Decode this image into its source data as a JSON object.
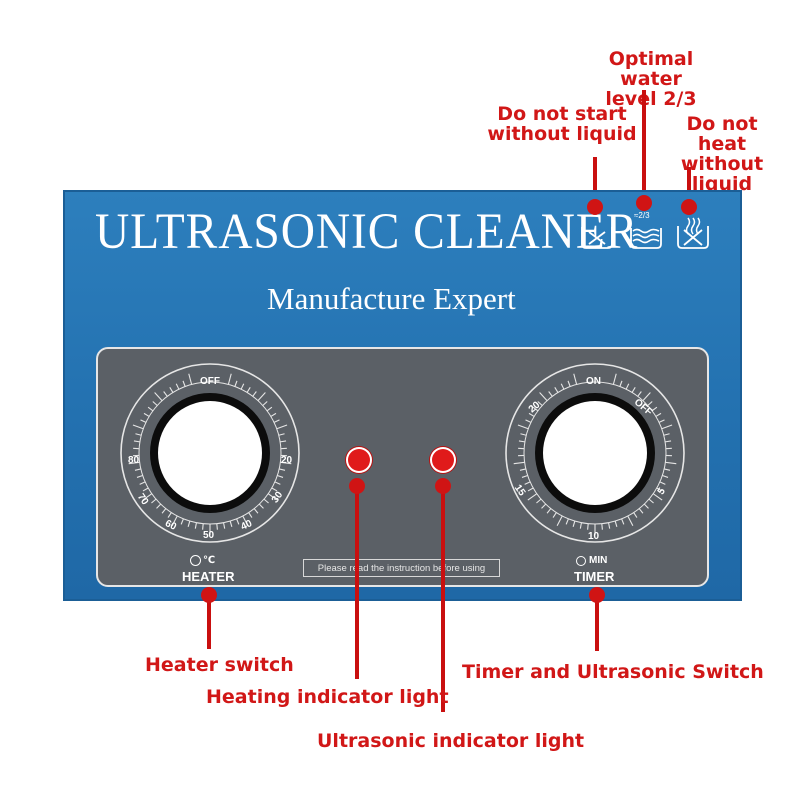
{
  "panel": {
    "title": "ULTRASONIC  CLEANER",
    "subtitle": "Manufacture Expert",
    "notice": "Please read the instruction before using"
  },
  "heater_dial": {
    "label": "HEATER",
    "unit": "℃",
    "scale": [
      "OFF",
      "20",
      "30",
      "40",
      "50",
      "60",
      "70",
      "80"
    ]
  },
  "timer_dial": {
    "label": "TIMER",
    "unit": "MIN",
    "scale": [
      "ON",
      "OFF",
      "5",
      "10",
      "15",
      "20"
    ]
  },
  "symbols": {
    "water_level_text": "≈2/3"
  },
  "callouts": {
    "optimal_water": "Optimal water\nlevel 2/3",
    "no_start": "Do not start\nwithout liquid",
    "no_heat": "Do not heat\nwithout liquid",
    "heater_switch": "Heater switch",
    "heating_light": "Heating indicator light",
    "ultrasonic_light": "Ultrasonic indicator light",
    "timer_switch": "Timer and Ultrasonic Switch"
  },
  "colors": {
    "accent_red": "#d11717",
    "panel_blue": "#2371b0",
    "control_gray": "#5b6066"
  }
}
